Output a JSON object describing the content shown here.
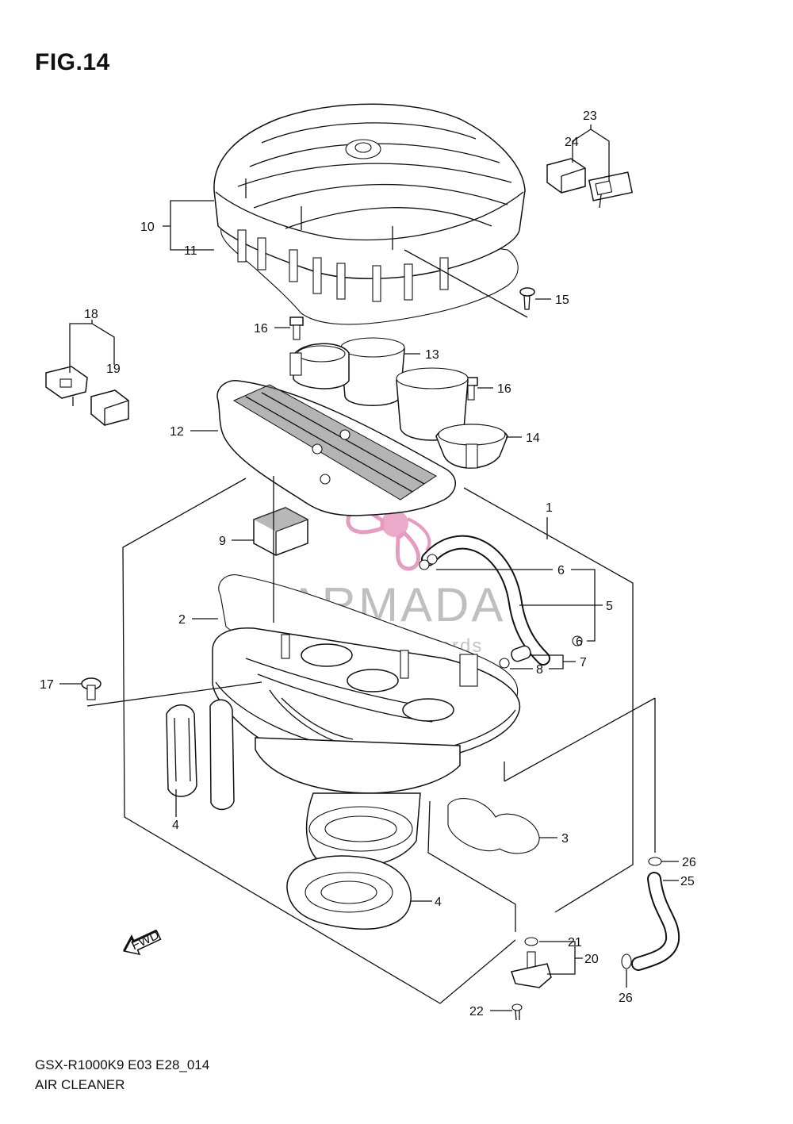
{
  "figure": {
    "title": "FIG.14",
    "model_code": "GSX-R1000K9 E03 E28_014",
    "part_name": "AIR CLEANER"
  },
  "watermark": {
    "brand": "ARMADA",
    "subtitle": "marine outboards",
    "logo_icon": "propeller-icon",
    "color": "#e79bc0"
  },
  "direction_marker": {
    "label": "FWD",
    "icon": "forward-arrow-icon"
  },
  "callouts": [
    {
      "id": "c1",
      "label": "1"
    },
    {
      "id": "c2",
      "label": "2"
    },
    {
      "id": "c3",
      "label": "3"
    },
    {
      "id": "c4a",
      "label": "4"
    },
    {
      "id": "c4b",
      "label": "4"
    },
    {
      "id": "c5",
      "label": "5"
    },
    {
      "id": "c6a",
      "label": "6"
    },
    {
      "id": "c6b",
      "label": "6"
    },
    {
      "id": "c7",
      "label": "7"
    },
    {
      "id": "c8",
      "label": "8"
    },
    {
      "id": "c9",
      "label": "9"
    },
    {
      "id": "c10",
      "label": "10"
    },
    {
      "id": "c11",
      "label": "11"
    },
    {
      "id": "c12",
      "label": "12"
    },
    {
      "id": "c13",
      "label": "13"
    },
    {
      "id": "c14",
      "label": "14"
    },
    {
      "id": "c15",
      "label": "15"
    },
    {
      "id": "c16a",
      "label": "16"
    },
    {
      "id": "c16b",
      "label": "16"
    },
    {
      "id": "c17",
      "label": "17"
    },
    {
      "id": "c18",
      "label": "18"
    },
    {
      "id": "c19",
      "label": "19"
    },
    {
      "id": "c20",
      "label": "20"
    },
    {
      "id": "c21",
      "label": "21"
    },
    {
      "id": "c22",
      "label": "22"
    },
    {
      "id": "c23",
      "label": "23"
    },
    {
      "id": "c24",
      "label": "24"
    },
    {
      "id": "c25",
      "label": "25"
    },
    {
      "id": "c26a",
      "label": "26"
    },
    {
      "id": "c26b",
      "label": "26"
    }
  ]
}
